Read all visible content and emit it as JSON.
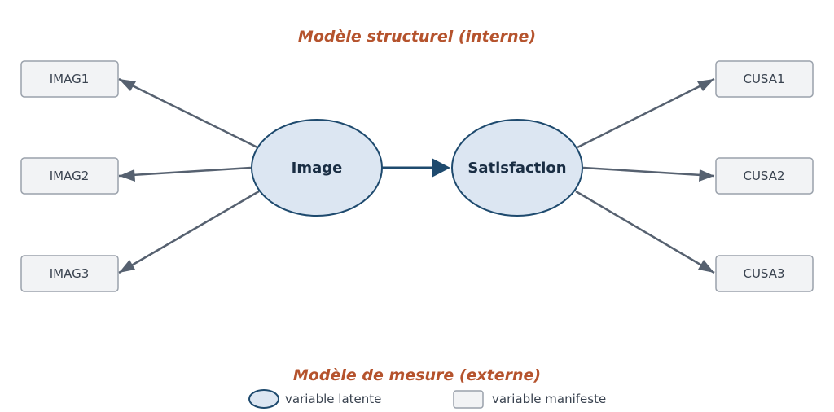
{
  "titles": {
    "structural": "Modèle structurel (interne)",
    "measurement": "Modèle de mesure (externe)"
  },
  "latent": {
    "image": "Image",
    "satisfaction": "Satisfaction"
  },
  "manifest": {
    "left": [
      "IMAG1",
      "IMAG2",
      "IMAG3"
    ],
    "right": [
      "CUSA1",
      "CUSA2",
      "CUSA3"
    ]
  },
  "legend": {
    "latent": "variable latente",
    "manifest": "variable manifeste"
  },
  "colors": {
    "title": "#b5532d",
    "latent_fill": "#dce6f2",
    "latent_stroke": "#1e4a6e",
    "latent_text": "#1a2e44",
    "manifest_fill": "#f2f3f5",
    "manifest_stroke": "#9aa1ab",
    "manifest_text": "#3a4350",
    "arrow": "#566170",
    "structural_arrow": "#1e4a6e"
  }
}
